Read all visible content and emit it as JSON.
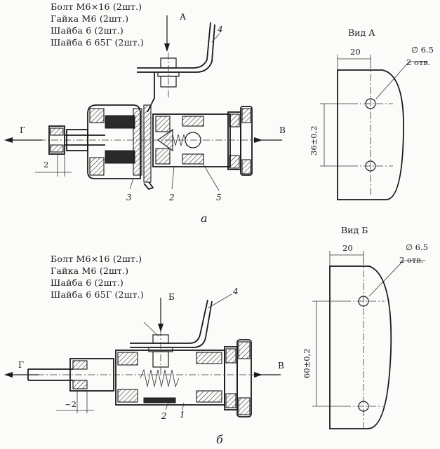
{
  "figure_a": {
    "fasteners": [
      "Болт  М6×16   (2шт.)",
      "Гайка  М6      (2шт.)",
      "Шайба  6        (2шт.)",
      "Шайба  6 65Г (2шт.)"
    ],
    "arrow_top": "А",
    "arrow_left": "Г",
    "arrow_right": "В",
    "part_labels": [
      "4",
      "3",
      "2",
      "5"
    ],
    "dim_gap": "2",
    "caption": "а",
    "view": {
      "title": "Вид А",
      "width_dim": "20",
      "hole_dim": "∅ 6.5",
      "hole_count": "2 отв.",
      "spacing_dim": "36±0,2"
    }
  },
  "figure_b": {
    "fasteners": [
      "Болт  М6×16   (2шт.)",
      "Гайка  М6      (2шт.)",
      "Шайба  6        (2шт.)",
      "Шайба  6 65Г (2шт.)"
    ],
    "arrow_top": "Б",
    "arrow_left": "Г",
    "arrow_right": "В",
    "part_labels": [
      "4",
      "2",
      "1"
    ],
    "dim_gap": "~2",
    "caption": "б",
    "view": {
      "title": "Вид Б",
      "width_dim": "20",
      "hole_dim": "∅ 6.5",
      "hole_count": "2 отв.",
      "spacing_dim": "60±0,2"
    }
  }
}
